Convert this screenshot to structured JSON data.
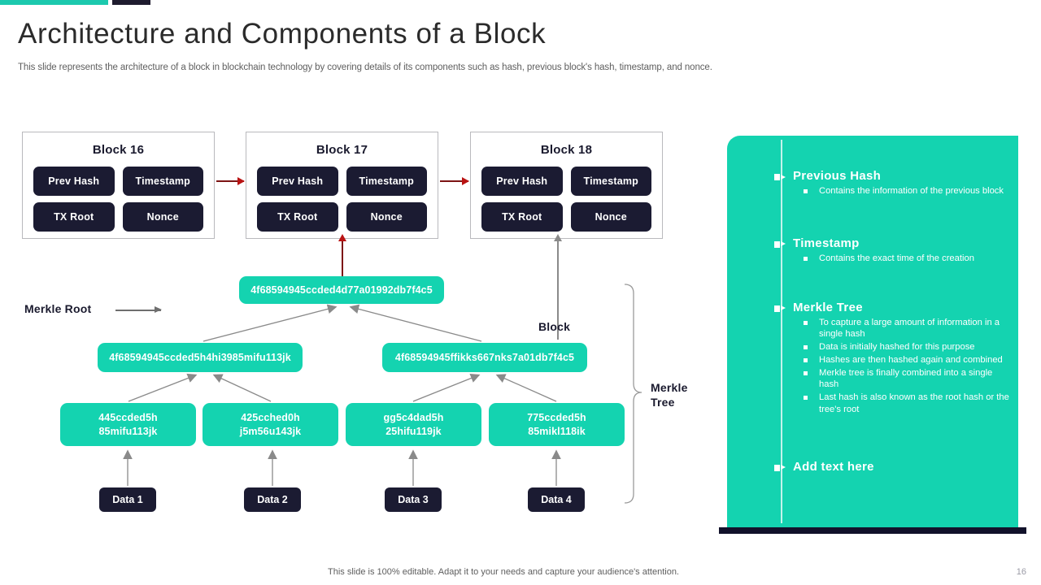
{
  "header": {
    "title": "Architecture and Components of a Block",
    "subtitle": "This slide represents the architecture of a block in blockchain technology by covering details of its components such as hash, previous block's hash, timestamp, and nonce."
  },
  "blocks": [
    {
      "title": "Block 16",
      "fields": [
        "Prev Hash",
        "Timestamp",
        "TX Root",
        "Nonce"
      ]
    },
    {
      "title": "Block 17",
      "fields": [
        "Prev Hash",
        "Timestamp",
        "TX Root",
        "Nonce"
      ]
    },
    {
      "title": "Block 18",
      "fields": [
        "Prev Hash",
        "Timestamp",
        "TX Root",
        "Nonce"
      ]
    }
  ],
  "diagram": {
    "merkle_root_label": "Merkle Root",
    "block_label": "Block",
    "merkle_tree_label": "Merkle\nTree",
    "merkle_tree_label_line1": "Merkle",
    "merkle_tree_label_line2": "Tree",
    "root_hash": "4f68594945ccded4d77a01992db7f4c5",
    "mid_hashes": [
      "4f68594945ccded5h4hi3985mifu113jk",
      "4f68594945ffikks667nks7a01db7f4c5"
    ],
    "leaf_hashes": [
      {
        "line1": "445ccded5h",
        "line2": "85mifu113jk"
      },
      {
        "line1": "425cched0h",
        "line2": "j5m56u143jk"
      },
      {
        "line1": "gg5c4dad5h",
        "line2": "25hifu119jk"
      },
      {
        "line1": "775ccded5h",
        "line2": "85mikl118ik"
      }
    ],
    "data_nodes": [
      "Data 1",
      "Data 2",
      "Data 3",
      "Data 4"
    ]
  },
  "panel": {
    "items": [
      {
        "title": "Previous Hash",
        "bullets": [
          "Contains the information of the previous block"
        ]
      },
      {
        "title": "Timestamp",
        "bullets": [
          "Contains the exact time of the creation"
        ]
      },
      {
        "title": "Merkle Tree",
        "bullets": [
          "To capture a large amount of information in a single hash",
          "Data is initially hashed for this purpose",
          "Hashes are then hashed again and combined",
          "Merkle tree is finally combined into a single hash",
          "Last hash is also known as the root hash or the tree's root"
        ]
      },
      {
        "title": "Add text here",
        "bullets": []
      }
    ]
  },
  "footer": {
    "note": "This slide is 100% editable. Adapt it to your needs and capture your audience's attention.",
    "page_number": "16"
  },
  "colors": {
    "teal": "#14D3B0",
    "accent_teal": "#1CC9AE",
    "dark_navy": "#1B1B32",
    "arrow_red": "#b91313",
    "connector_gray": "#8a8a8a"
  }
}
